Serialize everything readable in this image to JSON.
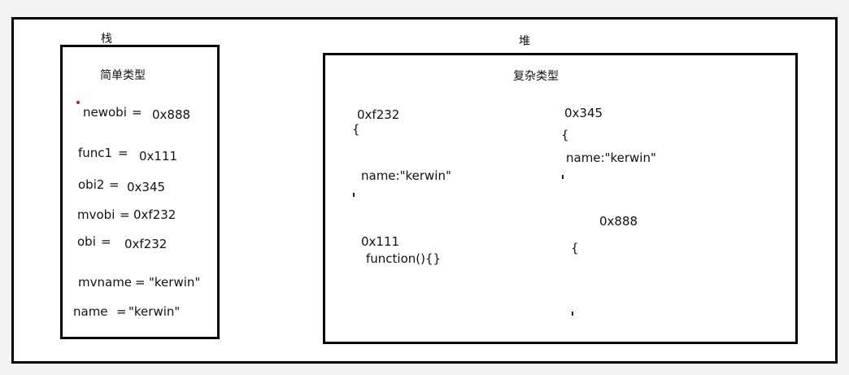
{
  "stack": {
    "title": "栈",
    "subtitle": "简单类型",
    "rows": [
      {
        "name": "newobi",
        "value": "0x888"
      },
      {
        "name": "func1",
        "value": "0x111"
      },
      {
        "name": "obi2",
        "value": "0x345"
      },
      {
        "name": "mvobi",
        "value": "0xf232"
      },
      {
        "name": "obi",
        "value": "0xf232"
      },
      {
        "name": "mvname",
        "value": "\"kerwin\""
      },
      {
        "name": "name",
        "value": "\"kerwin\""
      }
    ]
  },
  "heap": {
    "title": "堆",
    "subtitle": "复杂类型",
    "objects": [
      {
        "address": "0xf232",
        "open": "{",
        "body": "name:\"kerwin\""
      },
      {
        "address": "0x345",
        "open": "{",
        "body": "name:\"kerwin\""
      },
      {
        "address": "0x111",
        "body": "function(){}"
      },
      {
        "address": "0x888",
        "open": "{"
      }
    ]
  },
  "colors": {
    "frame": "#000000",
    "background": "#ffffff",
    "marker_dot": "#c0143c"
  }
}
